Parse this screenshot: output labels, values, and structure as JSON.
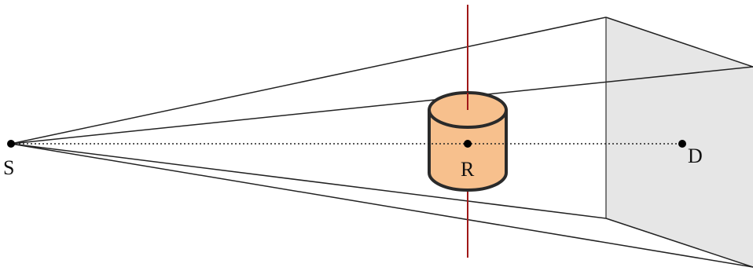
{
  "labels": {
    "source": "S",
    "rotation_center": "R",
    "detector_center": "D"
  },
  "colors": {
    "beam_lines": "#222222",
    "detector_face": "#e6e6e6",
    "detector_edges": "#555555",
    "rotation_axis": "#a01818",
    "cylinder_fill": "#f7c08d",
    "cylinder_outline": "#2a2a2a",
    "points": "#000000"
  }
}
